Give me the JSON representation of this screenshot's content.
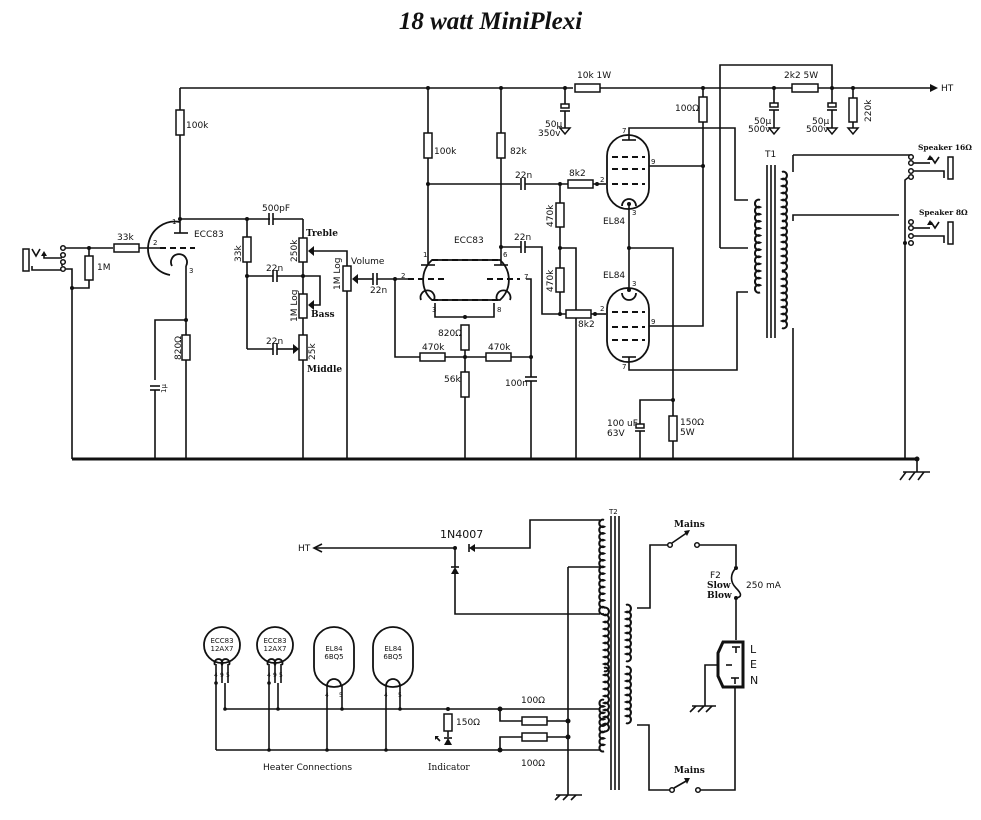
{
  "title": "18 watt MiniPlexi",
  "preamp": {
    "v1": {
      "tube": "ECC83",
      "pins": [
        "1",
        "2",
        "3"
      ]
    },
    "grid_stopper": "33k",
    "grid_leak": "1M",
    "plate_resistor": "100k",
    "cathode_resistor": "820Ω",
    "cathode_cap": "1µ"
  },
  "tone_stack": {
    "slope_resistor": "33k",
    "treble_cap": "500pF",
    "bass_cap": "22n",
    "mid_cap": "22n",
    "treble_pot": "250k",
    "treble_label": "Treble",
    "bass_pot": "1M Log",
    "bass_label": "Bass",
    "mid_pot": "25k",
    "mid_label": "Middle",
    "volume_pot": "1M Log",
    "volume_label": "Volume",
    "coupling_cap": "22n"
  },
  "phase_inverter": {
    "tube": "ECC83",
    "pins": [
      "1",
      "2",
      "3",
      "6",
      "7",
      "8"
    ],
    "plate_left": "100k",
    "plate_right": "82k",
    "tail_cathode": "820Ω",
    "grid_left": "470k",
    "grid_right": "470k",
    "tail": "56k",
    "bypass_cap": "100n",
    "out_cap_top": "22n",
    "out_cap_bottom": "22n"
  },
  "power_amp": {
    "tube_top": "EL84",
    "tube_bottom": "EL84",
    "pins": [
      "7",
      "9",
      "2",
      "3"
    ],
    "grid_stopper_top": "8k2",
    "grid_stopper_bottom": "8k2",
    "bias_top": "470k",
    "bias_bottom": "470k",
    "screen_resistor": "100Ω",
    "cathode_resistor": "150Ω",
    "cathode_resistor_rating": "5W",
    "cathode_cap": "100 uF",
    "cathode_cap_rating": "63V"
  },
  "supply": {
    "dropper_1": "10k 1W",
    "cap_1": "50µ",
    "cap_1_rating": "350v",
    "dropper_2": "2k2 5W",
    "cap_2": "50µ",
    "cap_2_rating": "500v",
    "cap_3": "50µ",
    "cap_3_rating": "500v",
    "bleeder": "220k",
    "ht_label": "HT"
  },
  "output": {
    "transformer": "T1",
    "speaker_16": "Speaker 16Ω",
    "speaker_8": "Speaker 8Ω"
  },
  "power_supply": {
    "transformer": "T2",
    "rectifier": "1N4007",
    "ht_label": "HT",
    "mains_top": "Mains",
    "mains_bottom": "Mains",
    "fuse_id": "F2",
    "fuse_type_1": "Slow",
    "fuse_type_2": "Blow",
    "fuse_rating": "250 mA",
    "iec": [
      "L",
      "E",
      "N"
    ]
  },
  "heaters": {
    "tubes": [
      {
        "name": "ECC83",
        "alt": "12AX7",
        "pins": [
          "4",
          "9",
          "5"
        ]
      },
      {
        "name": "ECC83",
        "alt": "12AX7",
        "pins": [
          "4",
          "9",
          "5"
        ]
      },
      {
        "name": "EL84",
        "alt": "6BQ5",
        "pins": [
          "4",
          "5"
        ]
      },
      {
        "name": "EL84",
        "alt": "6BQ5",
        "pins": [
          "4",
          "5"
        ]
      }
    ],
    "label": "Heater Connections",
    "indicator_label": "Indicator",
    "indicator_resistor": "150Ω",
    "balance_top": "100Ω",
    "balance_bottom": "100Ω"
  }
}
